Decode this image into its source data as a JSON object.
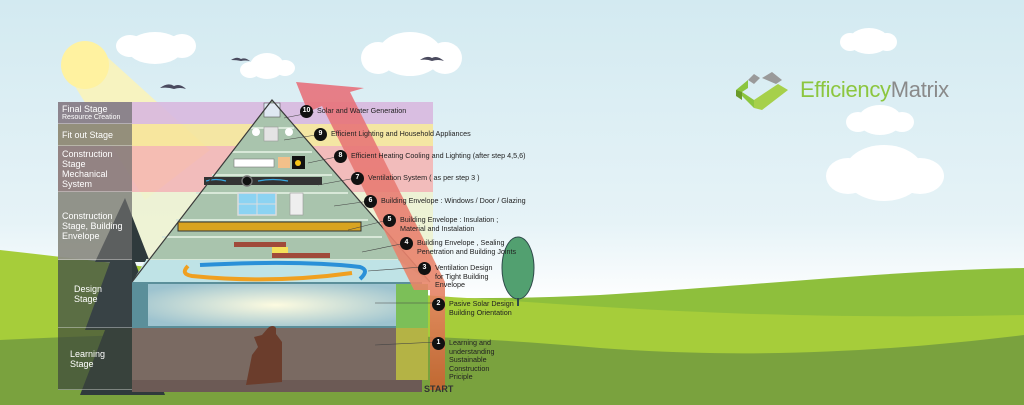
{
  "logo": {
    "brand_part1": "Efficiency",
    "brand_part2": "Matrix",
    "colors": {
      "green": "#8cc63f",
      "gray": "#8a8a8a"
    }
  },
  "stages": [
    {
      "label": "Final Stage",
      "sub": "Resource Creation",
      "band_color": "#d8b8df"
    },
    {
      "label": "Fit out Stage",
      "sub": "",
      "band_color": "#f6e49a"
    },
    {
      "label": "Construction Stage Mechanical System",
      "sub": "",
      "band_color": "#f4b3b0"
    },
    {
      "label": "Construction Stage, Building Envelope",
      "sub": "",
      "band_color": "#eef2cf"
    },
    {
      "label": "Design Stage",
      "sub": "",
      "band_color": "#5b8f9a"
    },
    {
      "label": "Learning Stage",
      "sub": "",
      "band_color": "#7a6a62"
    }
  ],
  "steps": [
    {
      "num": "10",
      "text": "Solar and Water Generation"
    },
    {
      "num": "9",
      "text": "Efficient Lighting and Household Appliances"
    },
    {
      "num": "8",
      "text": "Efficient Heating Cooling and Lighting (after step 4,5,6)"
    },
    {
      "num": "7",
      "text": "Ventilation System ( as per step 3 )"
    },
    {
      "num": "6",
      "text": "Building Envelope : Windows / Door / Glazing"
    },
    {
      "num": "5",
      "text": "Building Envelope : Insulation ;\n     Material and Instalation"
    },
    {
      "num": "4",
      "text": "Building Envelope , Sealing\nPenetration and Building Joints"
    },
    {
      "num": "3",
      "text": "Ventilation Design\nfor Tight Building\nEnvelope"
    },
    {
      "num": "2",
      "text": "Pasive Solar Design\nBuilding Orientation"
    },
    {
      "num": "1",
      "text": "Learning and\nunderstanding\nSustainable\nConstruction\nPriciple"
    }
  ],
  "start_label": "START",
  "icons": [
    "sun-icon",
    "cloud-icon",
    "bird-icon",
    "tree-icon",
    "solar-panel-icon",
    "washing-machine-icon",
    "air-conditioner-icon",
    "heater-icon",
    "duct-fan-icon",
    "window-icon",
    "door-icon",
    "insulation-icon",
    "airflow-arrows-icon",
    "person-reading-icon",
    "progress-arrow-icon",
    "logo-mark-icon"
  ]
}
